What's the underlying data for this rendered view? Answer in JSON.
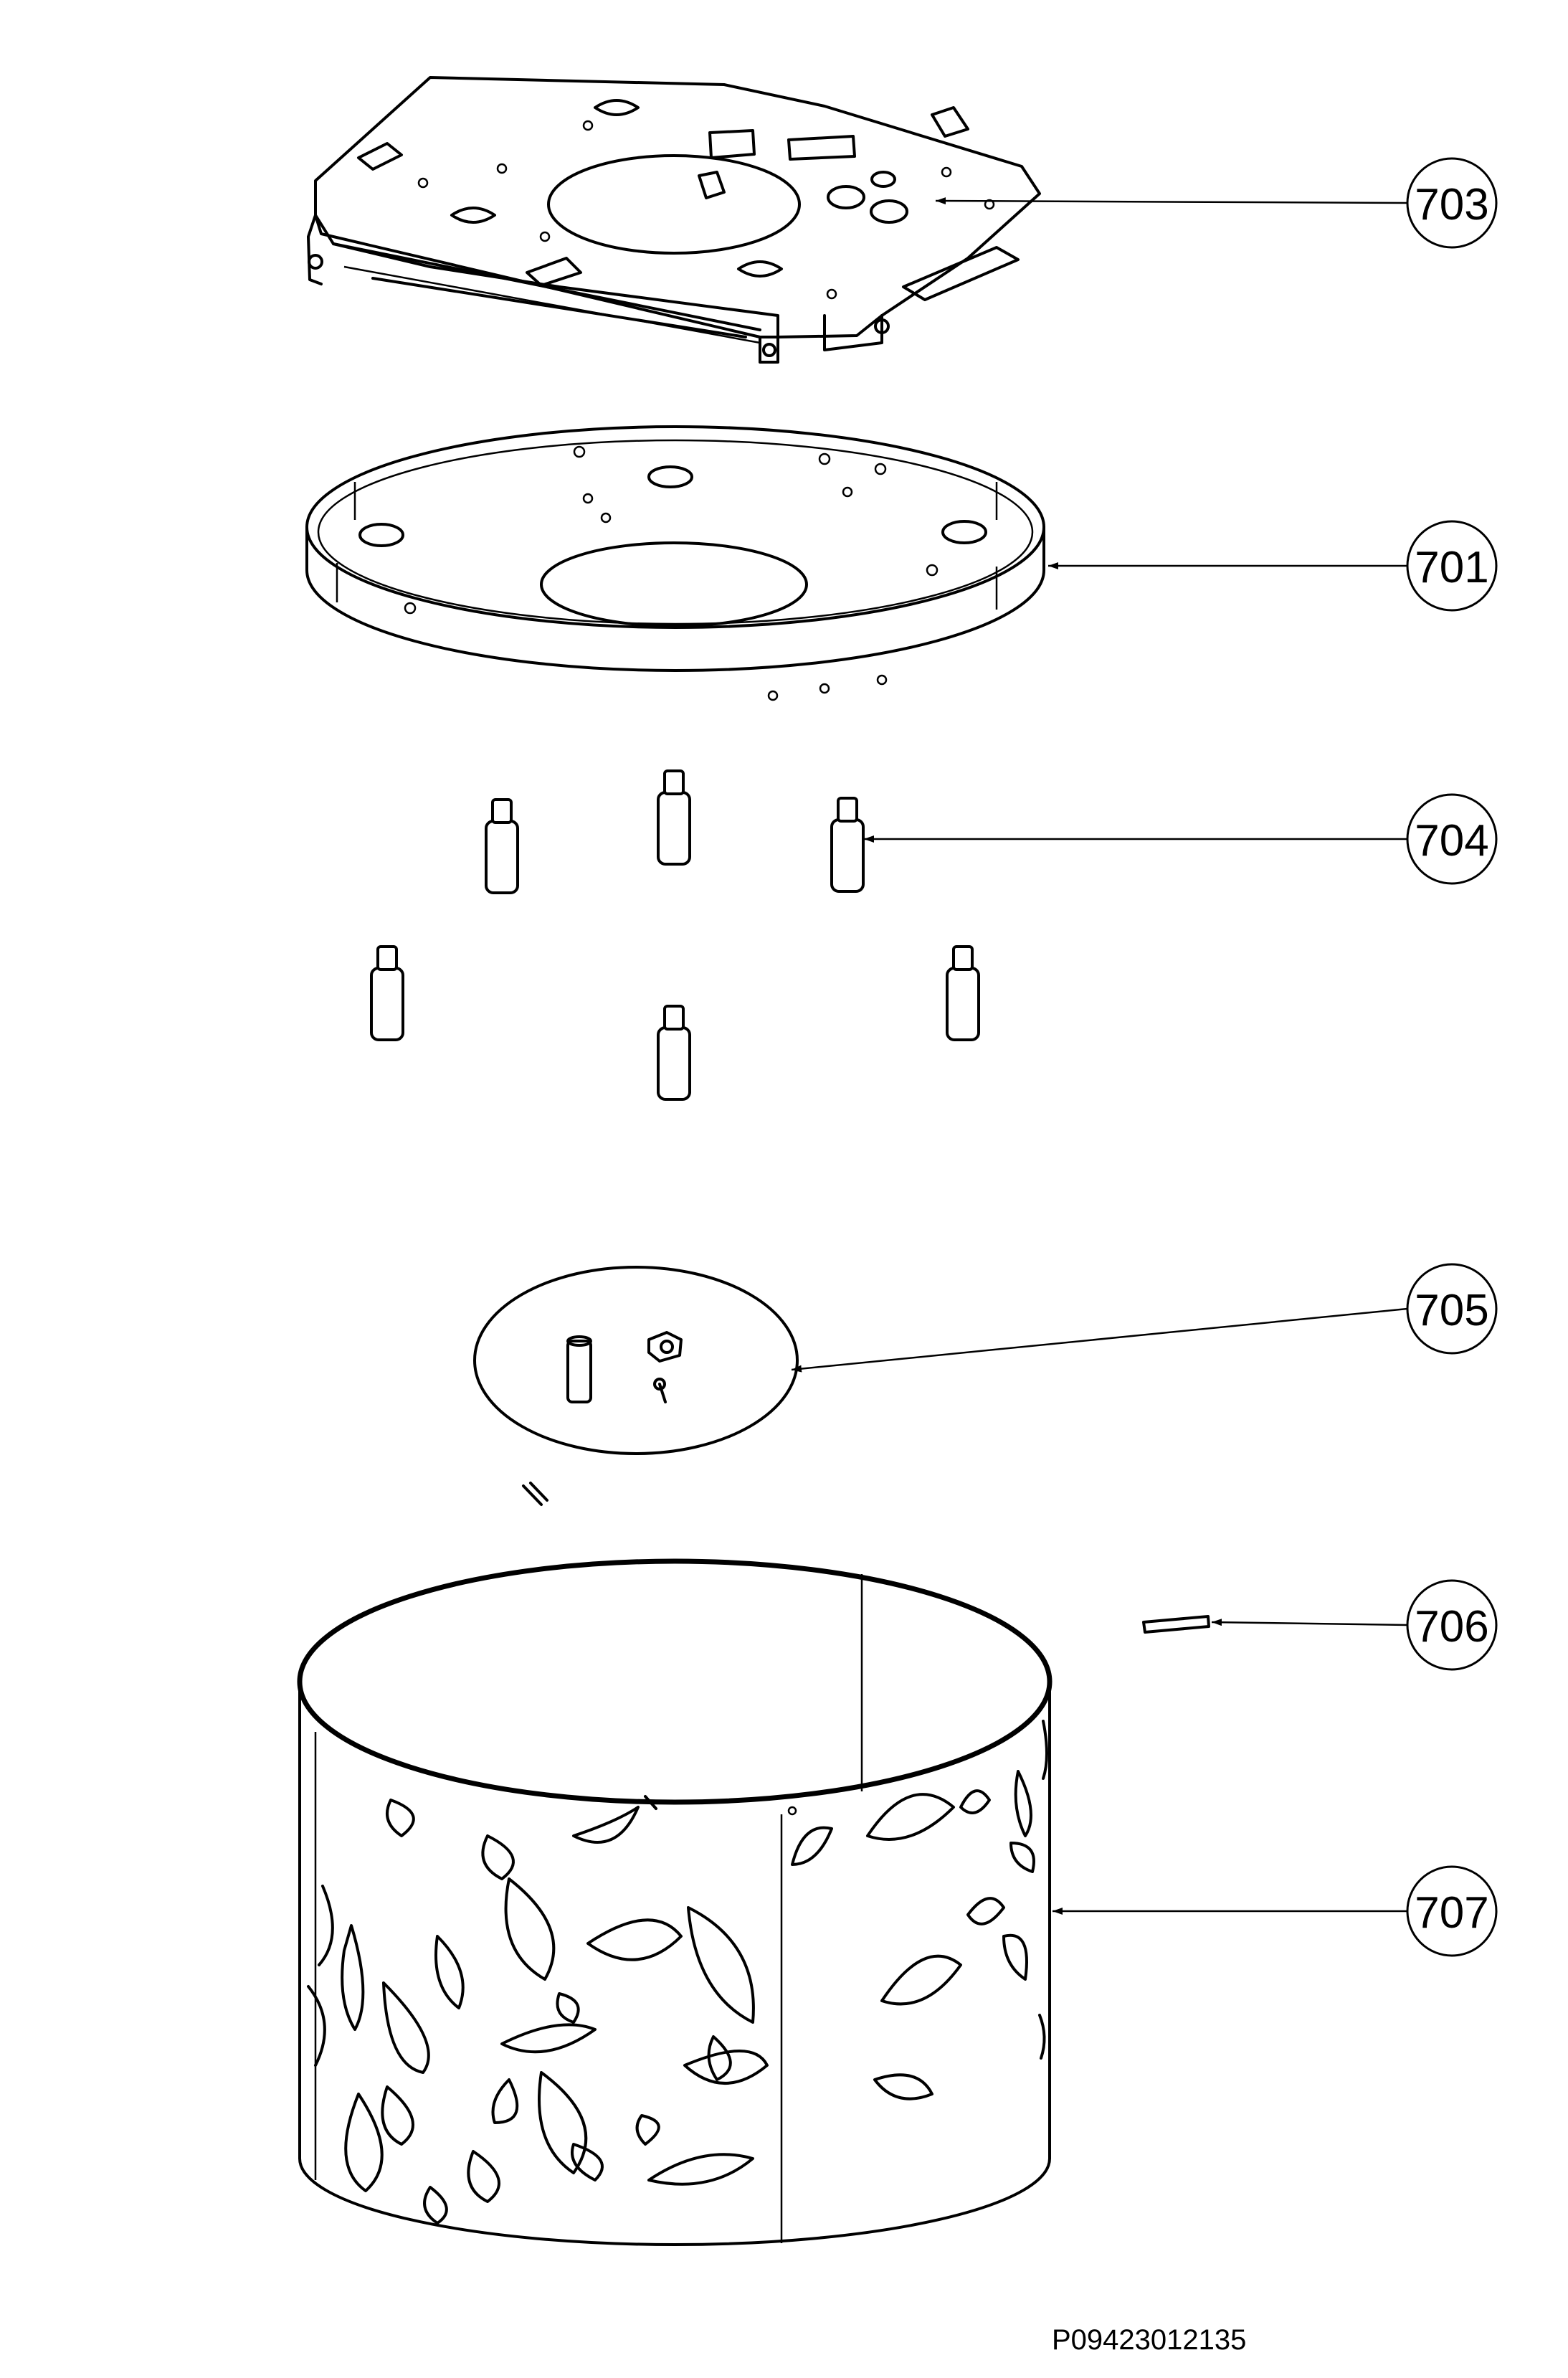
{
  "callouts": [
    {
      "id": "703",
      "label": "703"
    },
    {
      "id": "701",
      "label": "701"
    },
    {
      "id": "704",
      "label": "704"
    },
    {
      "id": "705",
      "label": "705"
    },
    {
      "id": "706",
      "label": "706"
    },
    {
      "id": "707",
      "label": "707"
    }
  ],
  "document_code": "P09423012135",
  "colors": {
    "line": "#000000",
    "background": "#ffffff"
  }
}
